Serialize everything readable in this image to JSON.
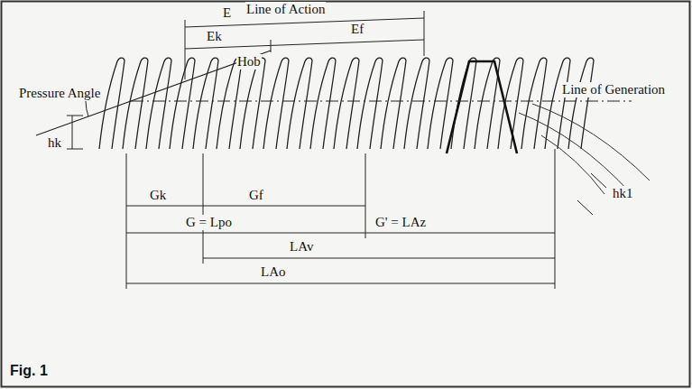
{
  "diagram": {
    "caption": "Fig. 1",
    "labels": [
      "E",
      "Line of Action",
      "Ek",
      "Ef",
      "Pressure Angle",
      "Hob",
      "Line of Generation",
      "hk",
      "Gk",
      "Gf",
      "G = Lpo",
      "G' = LAz",
      "hk1",
      "LAv",
      "LAo"
    ]
  }
}
